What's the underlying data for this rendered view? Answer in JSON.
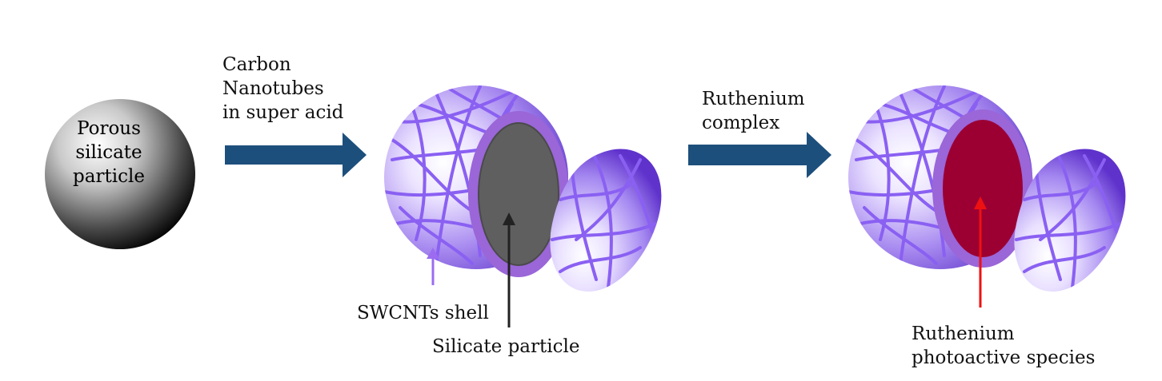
{
  "stage1": {
    "label_lines": [
      "Porous",
      "silicate",
      "particle"
    ]
  },
  "step1": {
    "label_lines": [
      "Carbon",
      "Nanotubes",
      "in super acid"
    ]
  },
  "step2": {
    "label_lines": [
      "Ruthenium",
      "complex"
    ]
  },
  "stage2": {
    "shell_label": "SWCNTs shell",
    "core_label": "Silicate particle"
  },
  "stage3": {
    "core_label_lines": [
      "Ruthenium",
      "photoactive species"
    ]
  },
  "colors": {
    "arrow_fill": "#1d4f7c",
    "shell_purple": "#7a4fe0",
    "tube_purple": "#8a60f2",
    "rim_purple": "#9a66d8",
    "silicate_core": "#5f5f5f",
    "ruthenium_core": "#9c0033",
    "pointer_shell": "#9b6cf0",
    "pointer_silicate": "#222222",
    "pointer_ruthenium": "#ee1111"
  }
}
